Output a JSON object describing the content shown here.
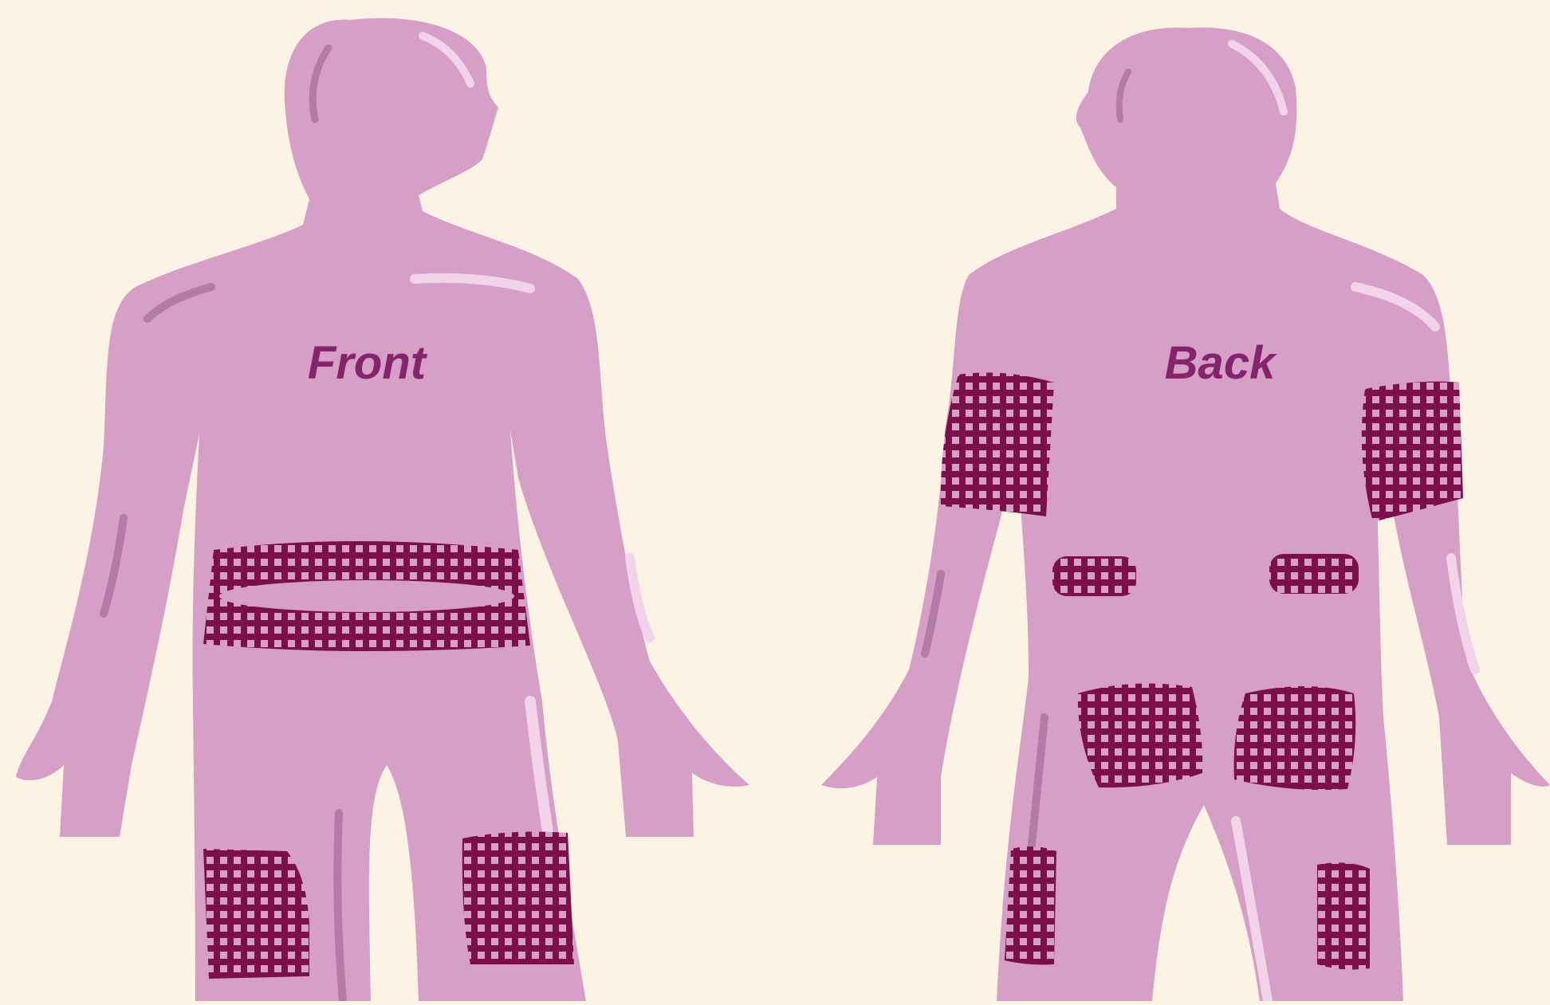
{
  "figures": [
    {
      "id": "front",
      "label": "Front",
      "regions": [
        "abdomen",
        "left-thigh",
        "right-thigh"
      ]
    },
    {
      "id": "back",
      "label": "Back",
      "regions": [
        "left-upper-arm",
        "right-upper-arm",
        "left-flank",
        "right-flank",
        "left-buttock",
        "right-buttock",
        "left-back-thigh",
        "right-back-thigh"
      ]
    }
  ],
  "colors": {
    "background": "#fcf3e4",
    "body": "#d59fc6",
    "body_shadow": "#b57aa8",
    "highlight": "#f1d3ea",
    "region_fill": "#7a0f4a",
    "region_grid": "#d59fc6",
    "label": "#84246a"
  }
}
